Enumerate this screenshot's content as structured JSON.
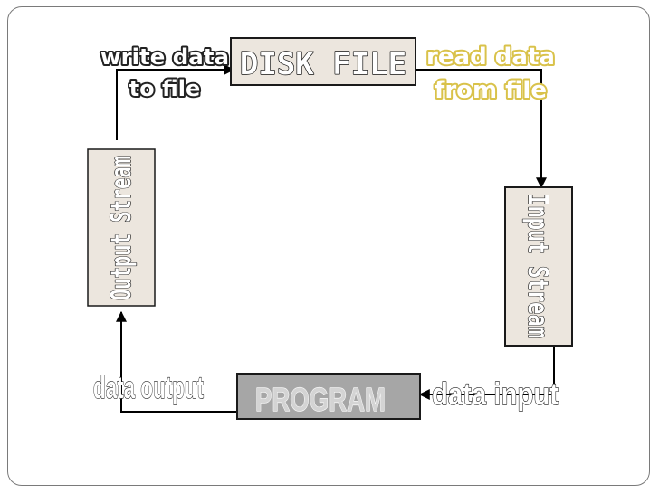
{
  "nodes": {
    "disk_file": "DISK FILE",
    "program": "PROGRAM",
    "input_stream": "Input Stream",
    "output_stream": "Output Stream"
  },
  "labels": {
    "write_line1": "write data",
    "write_line2": "to file",
    "read_line1": "read data",
    "read_line2": "from file",
    "data_input": "data input",
    "data_output": "data output"
  },
  "colors": {
    "box_fill": "#ece6de",
    "program_fill": "#a6a6a6",
    "read_label_outline": "#d9c24a",
    "line": "#000000"
  }
}
